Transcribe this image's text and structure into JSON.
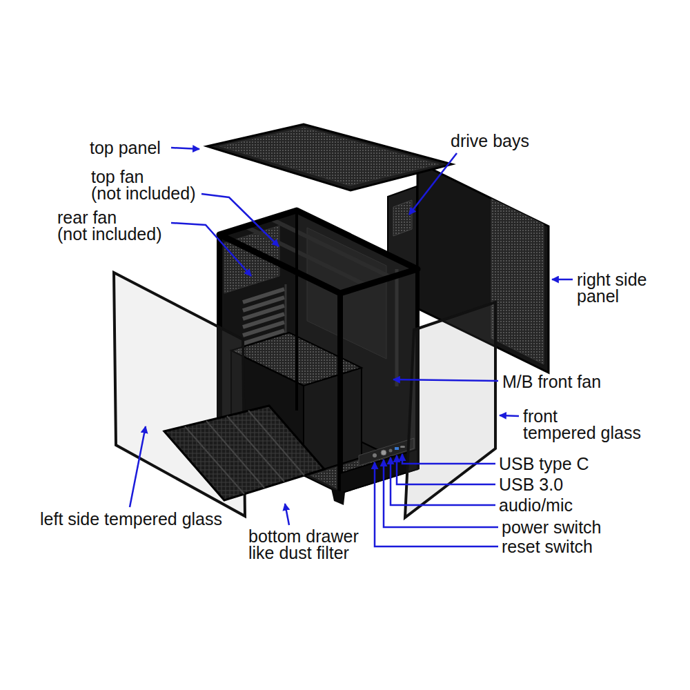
{
  "diagram": {
    "labels": [
      "top panel",
      "top fan (not included)",
      "rear fan (not included)",
      "drive bays",
      "right side panel",
      "M/B front fan",
      "front tempered glass",
      "USB type C",
      "USB 3.0",
      "audio/mic",
      "power switch",
      "reset switch",
      "left side tempered glass",
      "bottom drawer like dust filter"
    ]
  }
}
